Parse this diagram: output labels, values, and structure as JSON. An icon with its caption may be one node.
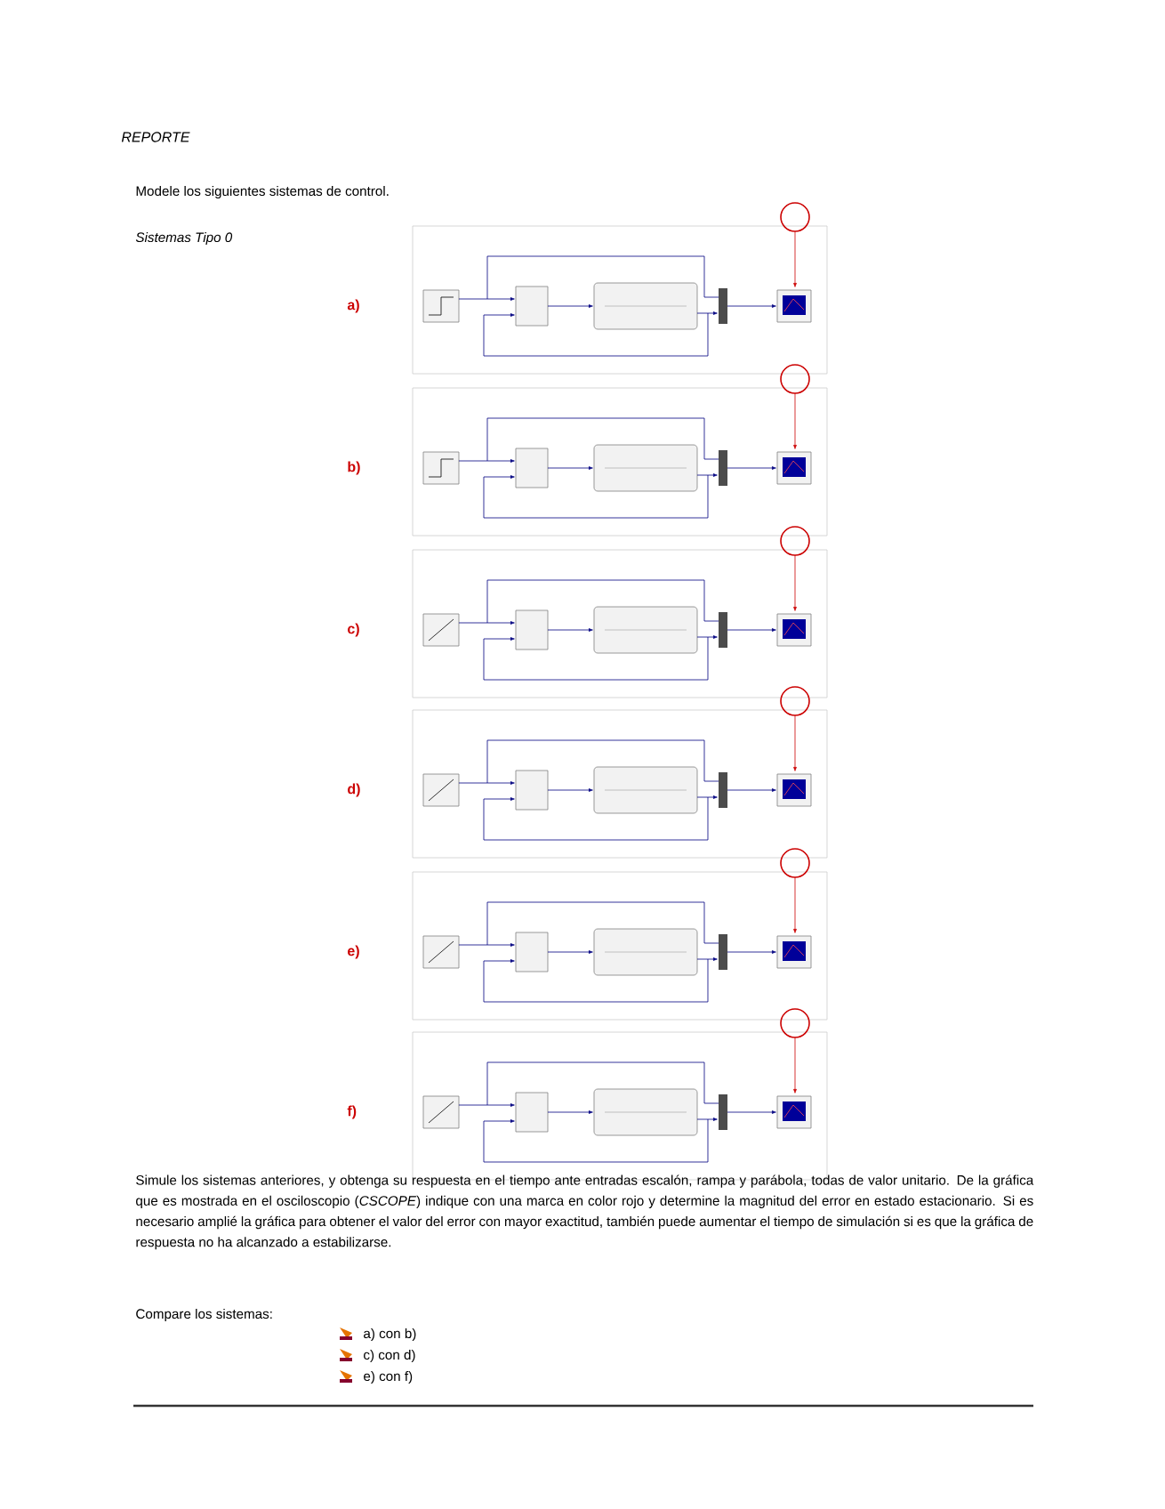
{
  "diagram": {
    "labels": [
      "REPORTE",
      "Modele los siguientes sistemas de control.",
      "Sistemas Tipo 0",
      "a)",
      "b)",
      "c)",
      "d)",
      "e)",
      "f)",
      "Simule los sistemas anteriores, y obtenga su respuesta en el tiempo ante entradas escalón, rampa y parábola, todas de valor unitario. De la gráfica que es mostrada en el osciloscopio (*CSCOPE*) indique con una marca en color rojo y determine la magnitud del error en estado estacionario. Si es necesario amplié la gráfica para obtener el valor del error con mayor exactitud, también puede aumentar el tiempo de simulación si es que la gráfica de respuesta no ha alcanzado a estabilizarse.",
      "Compare los sistemas:",
      "a) con b)",
      "c) con d)",
      "e) con f)"
    ]
  }
}
